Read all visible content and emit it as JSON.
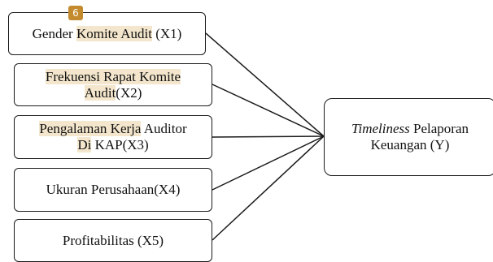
{
  "annotation": {
    "badge": "6"
  },
  "nodes": {
    "x1": {
      "plain_a": "Gender ",
      "hl": "Komite Audit",
      "plain_b": " (X1)"
    },
    "x2": {
      "hl_line1": "Frekuensi Rapat Komite",
      "hl_line2": "Audit",
      "plain_tail": "(X2)"
    },
    "x3": {
      "hl": "Pengalaman Kerja",
      "plain_mid": " Auditor",
      "hl_di": "Di",
      "plain_tail": " KAP(X3)"
    },
    "x4": {
      "label": "Ukuran Perusahaan(X4)"
    },
    "x5": {
      "label": "Profitabilitas (X5)"
    },
    "y": {
      "italic": "Timeliness",
      "rest_line1": " Pelaporan",
      "line2": "Keuangan (Y)"
    }
  },
  "colors": {
    "highlight": "#f3e6cc",
    "badge": "#c48a2e",
    "stroke": "#1a1a1a"
  }
}
